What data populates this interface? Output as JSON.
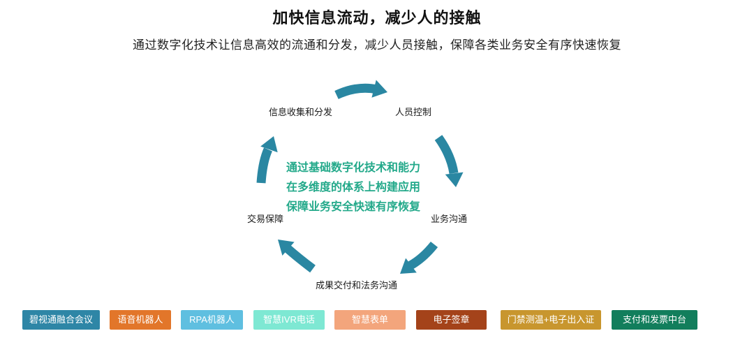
{
  "header": {
    "title": "加快信息流动，减少人的接触",
    "subtitle": "通过数字化技术让信息高效的流通和分发，减少人员接触，保障各类业务安全有序快速恢复"
  },
  "cycle": {
    "arrow_color": "#2a87a2",
    "nodes": [
      "信息收集和分发",
      "人员控制",
      "业务沟通",
      "成果交付和法务沟通",
      "交易保障"
    ],
    "center_lines": [
      "通过基础数字化技术和能力",
      "在多维度的体系上构建应用",
      "保障业务安全快速有序恢复"
    ],
    "center_color": "#23a98a"
  },
  "tags": [
    {
      "label": "碧视通融合会议",
      "color": "#2e86a6"
    },
    {
      "label": "语音机器人",
      "color": "#e2762a"
    },
    {
      "label": "RPA机器人",
      "color": "#5fbfe0"
    },
    {
      "label": "智慧IVR电话",
      "color": "#7ee8d3"
    },
    {
      "label": "智慧表单",
      "color": "#f3a57c"
    },
    {
      "label": "电子签章",
      "color": "#a4431a"
    },
    {
      "label": "门禁测温+电子出入证",
      "color": "#c8962e"
    },
    {
      "label": "支付和发票中台",
      "color": "#127e5c"
    }
  ]
}
